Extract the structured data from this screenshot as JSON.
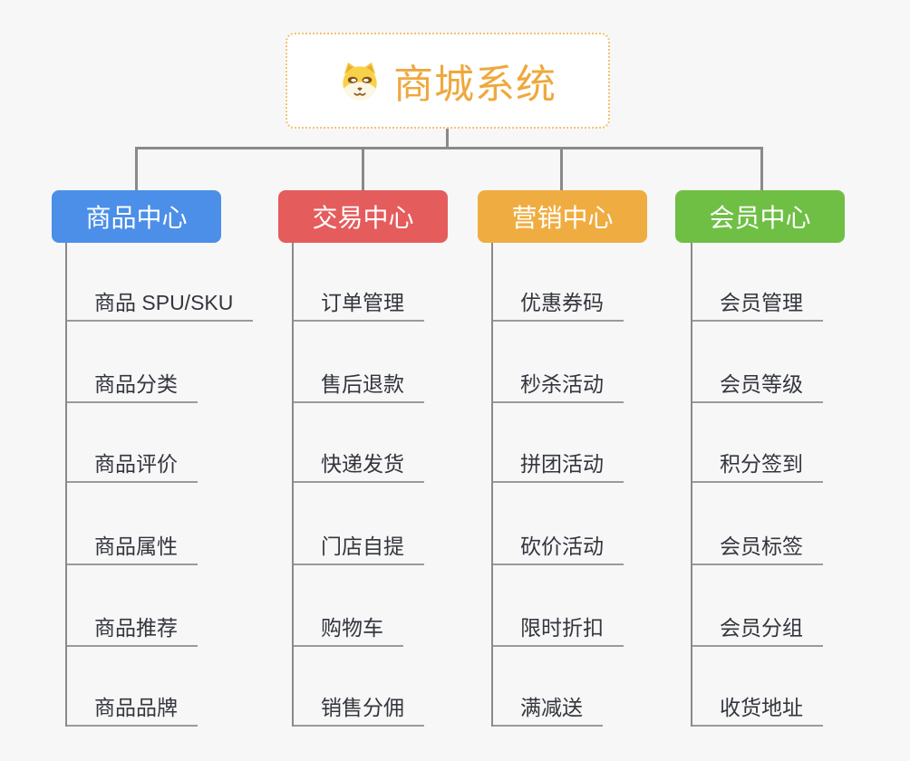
{
  "root": {
    "title": "商城系统",
    "icon": "dog-face-icon"
  },
  "branches": [
    {
      "label": "商品中心",
      "color": "#4B8FE8",
      "items": [
        "商品 SPU/SKU",
        "商品分类",
        "商品评价",
        "商品属性",
        "商品推荐",
        "商品品牌"
      ]
    },
    {
      "label": "交易中心",
      "color": "#E55C5C",
      "items": [
        "订单管理",
        "售后退款",
        "快递发货",
        "门店自提",
        "购物车",
        "销售分佣"
      ]
    },
    {
      "label": "营销中心",
      "color": "#EFAD41",
      "items": [
        "优惠券码",
        "秒杀活动",
        "拼团活动",
        "砍价活动",
        "限时折扣",
        "满减送"
      ]
    },
    {
      "label": "会员中心",
      "color": "#6FBF45",
      "items": [
        "会员管理",
        "会员等级",
        "积分签到",
        "会员标签",
        "会员分组",
        "收货地址"
      ]
    }
  ],
  "colors": {
    "background": "#F7F7F7",
    "connector": "#8A8A8A",
    "leaf_underline": "#9A9A9A",
    "root_text": "#EFA83C",
    "root_border": "#F3C173",
    "branch_text": "#FFFFFF",
    "leaf_text": "#33363D"
  }
}
